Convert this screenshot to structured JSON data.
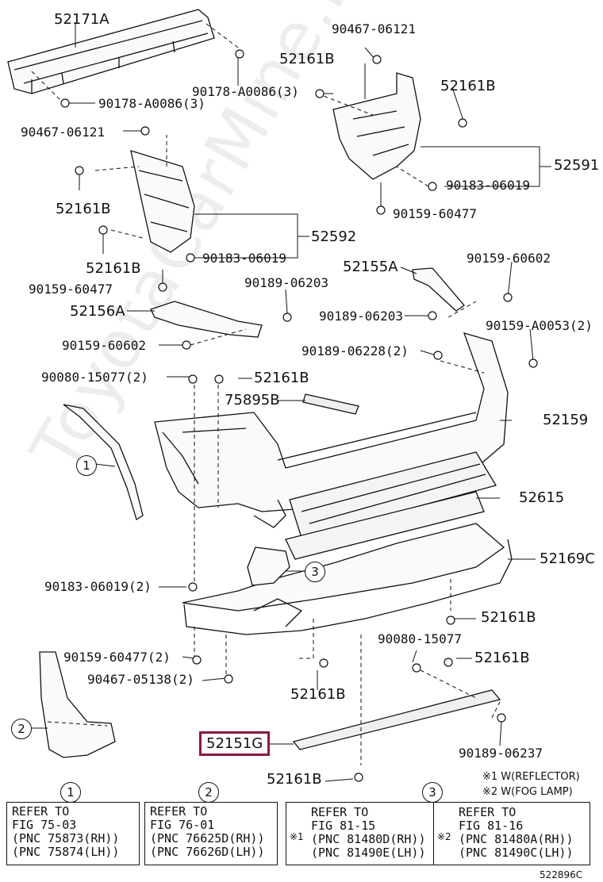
{
  "labels": {
    "p52171A": "52171A",
    "p90467_06121_top": "90467-06121",
    "p52161B_a": "52161B",
    "p90178_a": "90178-A0086(3)",
    "p90178_b": "90178-A0086(3)",
    "p52161B_b": "52161B",
    "p90467_06121_left": "90467-06121",
    "p52591": "52591",
    "p52161B_c": "52161B",
    "p90183_06019_a": "90183-06019",
    "p90159_60477_a": "90159-60477",
    "p52592": "52592",
    "p52161B_d": "52161B",
    "p90183_06019_b": "90183-06019",
    "p52155A": "52155A",
    "p90159_60602_a": "90159-60602",
    "p90159_60477_b": "90159-60477",
    "p90189_06203_a": "90189-06203",
    "p52156A": "52156A",
    "p90189_06203_b": "90189-06203",
    "p90159_A0053": "90159-A0053(2)",
    "p90159_60602_b": "90159-60602",
    "p90189_06228": "90189-06228(2)",
    "p90080_15077_2": "90080-15077(2)",
    "p52161B_e": "52161B",
    "p75895B": "75895B",
    "p52159": "52159",
    "p52615": "52615",
    "p52169C": "52169C",
    "p90183_06019_c": "90183-06019(2)",
    "p52161B_f": "52161B",
    "p90080_15077": "90080-15077",
    "p90159_60477_c": "90159-60477(2)",
    "p52161B_g": "52161B",
    "p90467_05138": "90467-05138(2)",
    "p52161B_h": "52161B",
    "p52151G": "52151G",
    "p90189_06237": "90189-06237",
    "p52161B_i": "52161B"
  },
  "notes": {
    "n1": "※1 W(REFLECTOR)",
    "n2": "※2 W(FOG LAMP)"
  },
  "circles": {
    "c1": "1",
    "c2": "2",
    "c3": "3"
  },
  "refs": [
    {
      "num": "1",
      "l1": "REFER TO",
      "l2": "FIG 75-03",
      "l3": "(PNC 75873(RH))",
      "l4": "(PNC 75874(LH))"
    },
    {
      "num": "2",
      "l1": "REFER TO",
      "l2": "FIG 76-01",
      "l3": "(PNC 76625D(RH))",
      "l4": "(PNC 76626D(LH))"
    },
    {
      "num": "3",
      "l1": "REFER TO",
      "l2": "FIG 81-15",
      "l3": "(PNC 81480D(RH))",
      "l4": "(PNC 81490E(LH))",
      "mark": "※1"
    },
    {
      "num": "",
      "l1": "REFER TO",
      "l2": "FIG 81-16",
      "l3": "(PNC 81480A(RH))",
      "l4": "(PNC 81490C(LH))",
      "mark": "※2"
    }
  ],
  "figure_code": "522896C",
  "watermark": "ToyotaCarMine.ru"
}
